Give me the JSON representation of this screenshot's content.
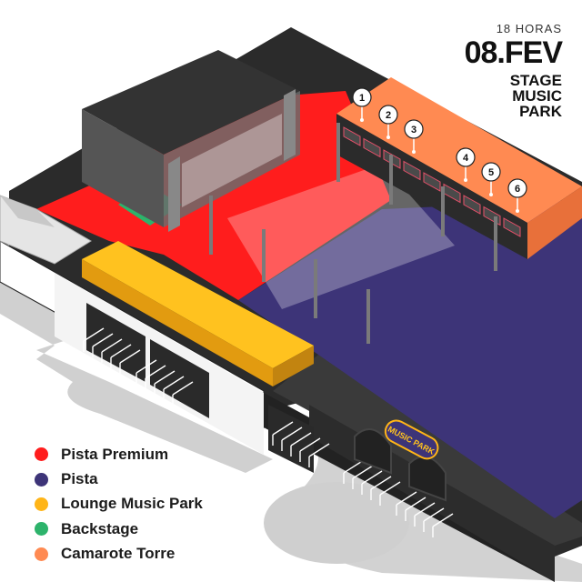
{
  "header": {
    "time": "18 HORAS",
    "date": "08.FEV",
    "venue_lines": [
      "STAGE",
      "MUSIC",
      "PARK"
    ]
  },
  "markers": [
    "1",
    "2",
    "3",
    "4",
    "5",
    "6"
  ],
  "logo_text": "MUSIC PARK",
  "legend": [
    {
      "label": "Pista Premium",
      "color": "#ff1d1d"
    },
    {
      "label": "Pista",
      "color": "#3d3478"
    },
    {
      "label": "Lounge Music Park",
      "color": "#ffb518"
    },
    {
      "label": "Backstage",
      "color": "#2db36b"
    },
    {
      "label": "Camarote Torre",
      "color": "#ff8a52"
    }
  ],
  "colors": {
    "building_dark": "#2a2a2a",
    "building_mid": "#555555",
    "ground_light": "#cfcfcf"
  },
  "icons": [
    "stage-structure",
    "tent-icon",
    "entrance-gate-icon",
    "camarote-box-marker"
  ]
}
